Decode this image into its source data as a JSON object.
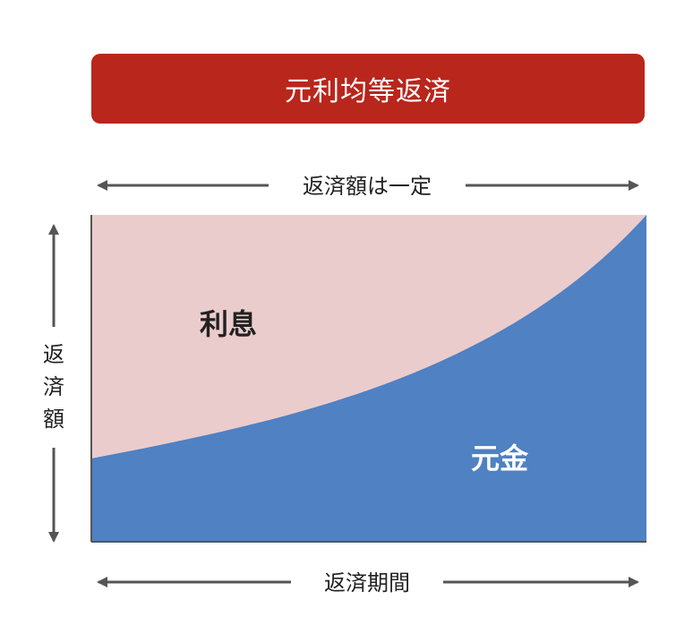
{
  "title": "元利均等返済",
  "top_arrow_label": "返済額は一定",
  "left_arrow_label": [
    "返",
    "済",
    "額"
  ],
  "bottom_arrow_label": "返済期間",
  "interest_label": "利息",
  "principal_label": "元金",
  "colors": {
    "banner": "#b8261c",
    "interest_area": "#ebcccc",
    "principal_area": "#4f81c3",
    "arrow": "#555555",
    "axis": "#555555",
    "text_dark": "#222222",
    "text_light": "#ffffff"
  }
}
